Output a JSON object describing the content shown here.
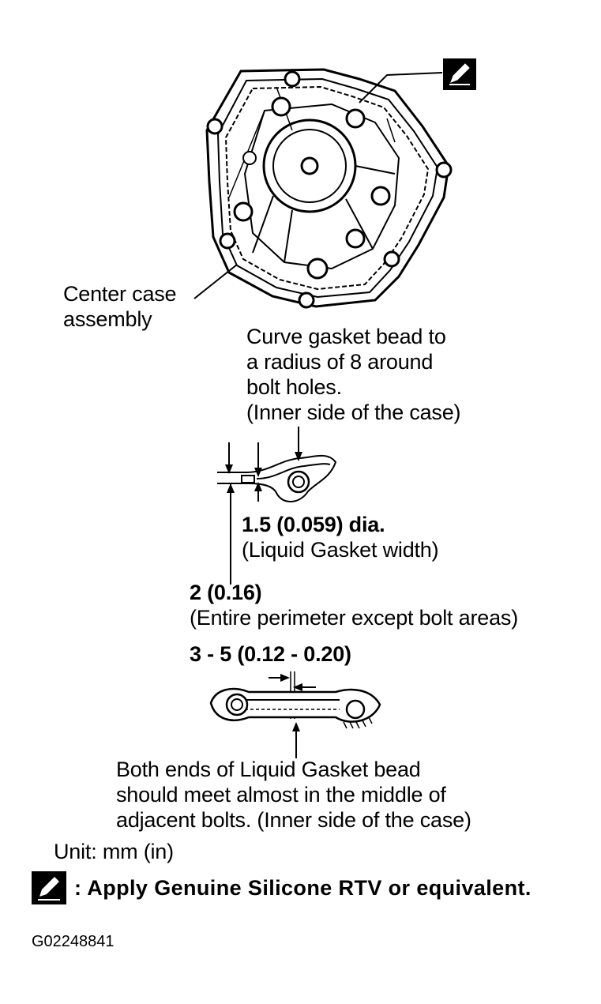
{
  "labels": {
    "center_case": [
      "Center case",
      "assembly"
    ],
    "curve_note": [
      "Curve gasket bead to",
      "a radius of 8 around",
      "bolt holes.",
      "(Inner side of the case)"
    ],
    "bead_width_value": "1.5 (0.059) dia.",
    "bead_width_desc": "(Liquid Gasket width)",
    "offset_value": "2 (0.16)",
    "offset_desc": "(Entire perimeter except bolt areas)",
    "overlap_value": "3 - 5 (0.12 - 0.20)",
    "ends_note": [
      "Both ends of Liquid Gasket bead",
      "should meet almost in the middle of",
      "adjacent bolts. (Inner side of the case)"
    ],
    "unit": "Unit: mm (in)"
  },
  "legend": {
    "icon": "sealant-pen-icon",
    "text": ": Apply Genuine Silicone RTV or equivalent."
  },
  "figure_id": "G02248841"
}
